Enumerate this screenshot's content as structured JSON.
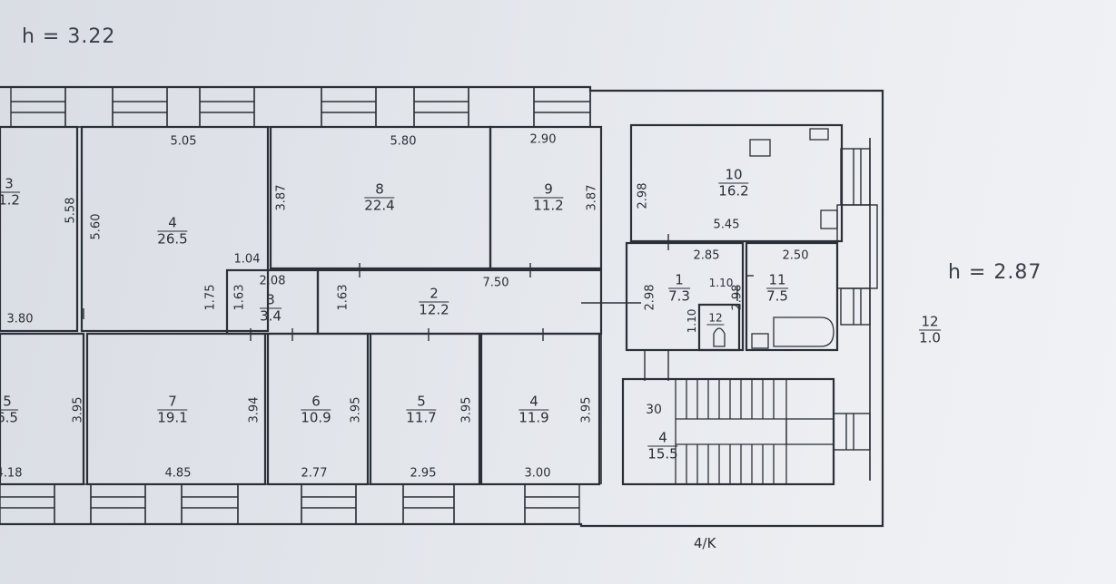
{
  "header": {
    "height_main": "h = 3.22",
    "height_annex": "h = 2.87"
  },
  "footer": {
    "label": "4/K"
  },
  "rooms": [
    {
      "num": "3",
      "area": "1.2"
    },
    {
      "num": "4",
      "area": "26.5"
    },
    {
      "num": "8",
      "area": "22.4"
    },
    {
      "num": "9",
      "area": "11.2"
    },
    {
      "num": "10",
      "area": "16.2"
    },
    {
      "num": "3",
      "area": "3.4"
    },
    {
      "num": "2",
      "area": "12.2"
    },
    {
      "num": "1",
      "area": "7.3"
    },
    {
      "num": "11",
      "area": "7.5"
    },
    {
      "num": "12",
      "area": ""
    },
    {
      "num": "12",
      "area": "1.0"
    },
    {
      "num": "5",
      "area": "6.5"
    },
    {
      "num": "7",
      "area": "19.1"
    },
    {
      "num": "6",
      "area": "10.9"
    },
    {
      "num": "5",
      "area": "11.7"
    },
    {
      "num": "4",
      "area": "11.9"
    },
    {
      "num": "4",
      "area": "15.5"
    }
  ],
  "dimensions": {
    "top_5_05": "5.05",
    "top_5_80": "5.80",
    "top_2_90": "2.90",
    "v_5_58": "5.58",
    "v_5_60": "5.60",
    "v_3_87a": "3.87",
    "v_3_87b": "3.87",
    "v_2_98_kitchen": "2.98",
    "h_5_45": "5.45",
    "h_1_04": "1.04",
    "h_2_08": "2.08",
    "v_1_75": "1.75",
    "v_1_63a": "1.63",
    "v_1_63b": "1.63",
    "h_7_50": "7.50",
    "h_2_85": "2.85",
    "h_2_50": "2.50",
    "v_2_98_hall": "2.98",
    "h_1_10": "1.10",
    "v_1_10": "1.10",
    "v_2_98_bath": "2.98",
    "h_3_80": "3.80",
    "v_3_95a": "3.95",
    "v_3_94": "3.94",
    "v_3_95b": "3.95",
    "v_3_95c": "3.95",
    "v_3_95d": "3.95",
    "b_4_18": "4.18",
    "b_4_85": "4.85",
    "b_2_77": "2.77",
    "b_2_95": "2.95",
    "b_3_00": "3.00",
    "stair_30": "30"
  }
}
